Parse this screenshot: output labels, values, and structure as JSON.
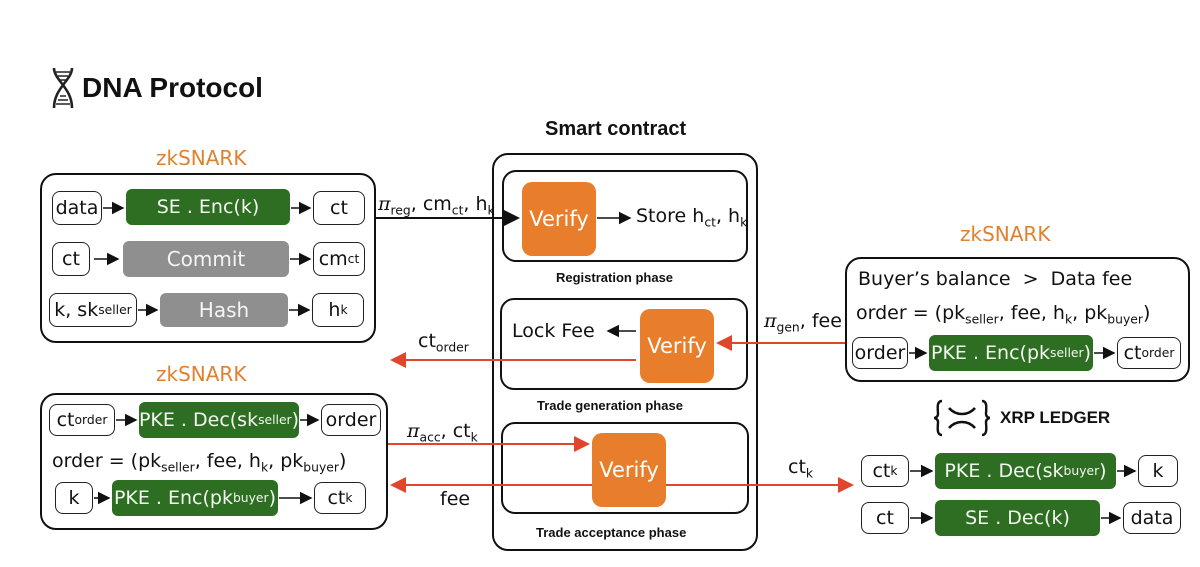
{
  "logo": {
    "title": "DNA Protocol",
    "icon": "dna-icon"
  },
  "smart_contract": {
    "title": "Smart contract",
    "phases": [
      {
        "label": "Registration phase",
        "verify": "Verify",
        "action": "Store h",
        "action_sub1": "ct",
        "action_mid": ", h",
        "action_sub2": "k"
      },
      {
        "label": "Trade generation phase",
        "verify": "Verify",
        "action": "Lock Fee"
      },
      {
        "label": "Trade acceptance phase",
        "verify": "Verify"
      }
    ]
  },
  "seller_register": {
    "heading": "zkSNARK",
    "rows": [
      {
        "in": "data",
        "op": "SE . Enc(k)",
        "out": "ct",
        "out_sub": ""
      },
      {
        "in": "ct",
        "op": "Commit",
        "out": "cm",
        "out_sub": "ct"
      },
      {
        "in": "k, sk",
        "in_sub": "seller",
        "op": "Hash",
        "out": "h",
        "out_sub": "k"
      }
    ]
  },
  "buyer_generate": {
    "heading": "zkSNARK",
    "line1": "Buyer’s balance  >  Data fee",
    "order_eq": {
      "a": "order = (pk",
      "s1": "seller",
      "b": ", fee, h",
      "s2": "k",
      "c": ", pk",
      "s3": "buyer",
      "d": ")"
    },
    "row": {
      "in": "order",
      "op": "PKE . Enc(pk",
      "op_sub": "seller",
      "op_end": ")",
      "out": "ct",
      "out_sub": "order"
    }
  },
  "seller_accept": {
    "heading": "zkSNARK",
    "row1": {
      "in": "ct",
      "in_sub": "order",
      "op": "PKE . Dec(sk",
      "op_sub": "seller",
      "op_end": ")",
      "out": "order"
    },
    "order_eq": {
      "a": "order = (pk",
      "s1": "seller",
      "b": ", fee, h",
      "s2": "k",
      "c": ", pk",
      "s3": "buyer",
      "d": ")"
    },
    "row2": {
      "in": "k",
      "op": "PKE . Enc(pk",
      "op_sub": "buyer",
      "op_end": ")",
      "out": "ct",
      "out_sub": "k"
    }
  },
  "buyer_decrypt": {
    "brand": "XRP LEDGER",
    "brand_icon": "xrp-ledger-icon",
    "rows": [
      {
        "in": "ct",
        "in_sub": "k",
        "op": "PKE . Dec(sk",
        "op_sub": "buyer",
        "op_end": ")",
        "out": "k"
      },
      {
        "in": "ct",
        "in_sub": "",
        "op": "SE . Dec(k)",
        "op_sub": "",
        "op_end": "",
        "out": "data"
      }
    ]
  },
  "flows": {
    "reg": {
      "pi": "π",
      "pi_sub": "reg",
      "rest": ", cm",
      "rest_sub": "ct",
      "rest2": ", h",
      "rest2_sub": "k"
    },
    "gen": {
      "pi": "π",
      "pi_sub": "gen",
      "rest": ", fee"
    },
    "ct_order": {
      "t": "ct",
      "sub": "order"
    },
    "acc": {
      "pi": "π",
      "pi_sub": "acc",
      "rest": ", ct",
      "rest_sub": "k"
    },
    "fee": "fee",
    "ct_k": {
      "t": "ct",
      "sub": "k"
    }
  },
  "colors": {
    "green": "#2e6e22",
    "orange": "#e87e2b",
    "gray": "#8f8f8f",
    "red_arrow": "#e0462b",
    "zk_heading": "#e0812f"
  }
}
